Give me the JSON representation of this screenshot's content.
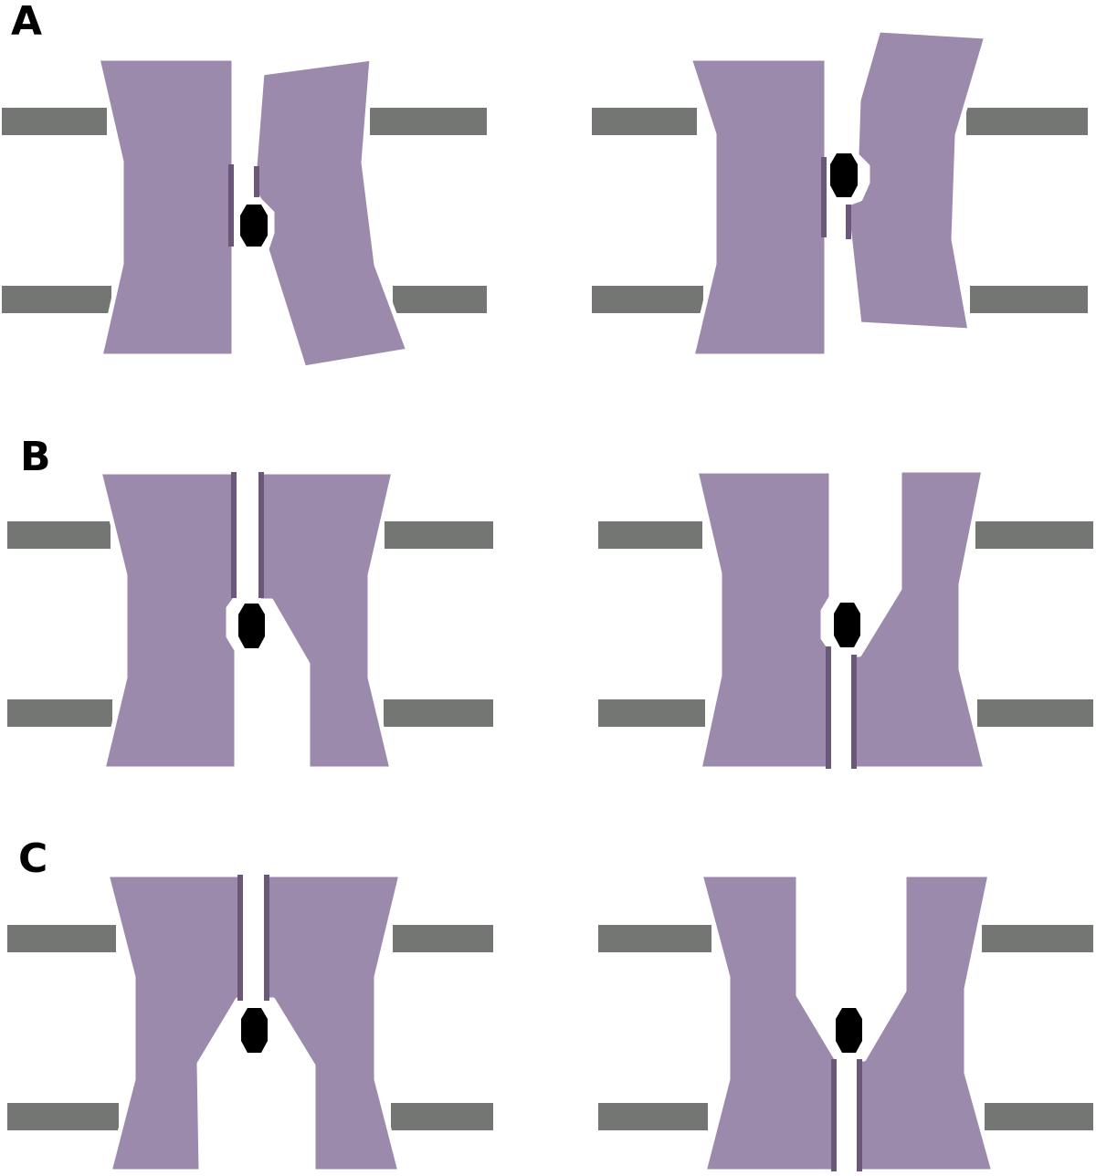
{
  "figure": {
    "panels": [
      {
        "label": "A",
        "states": [
          "left",
          "right"
        ]
      },
      {
        "label": "B",
        "states": [
          "left",
          "right"
        ]
      },
      {
        "label": "C",
        "states": [
          "left",
          "right"
        ]
      }
    ]
  },
  "colors": {
    "protein": "#9b8aac",
    "protein_edge": "#6b5878",
    "membrane": "#747674",
    "ligand": "#000000",
    "background": "#ffffff"
  }
}
